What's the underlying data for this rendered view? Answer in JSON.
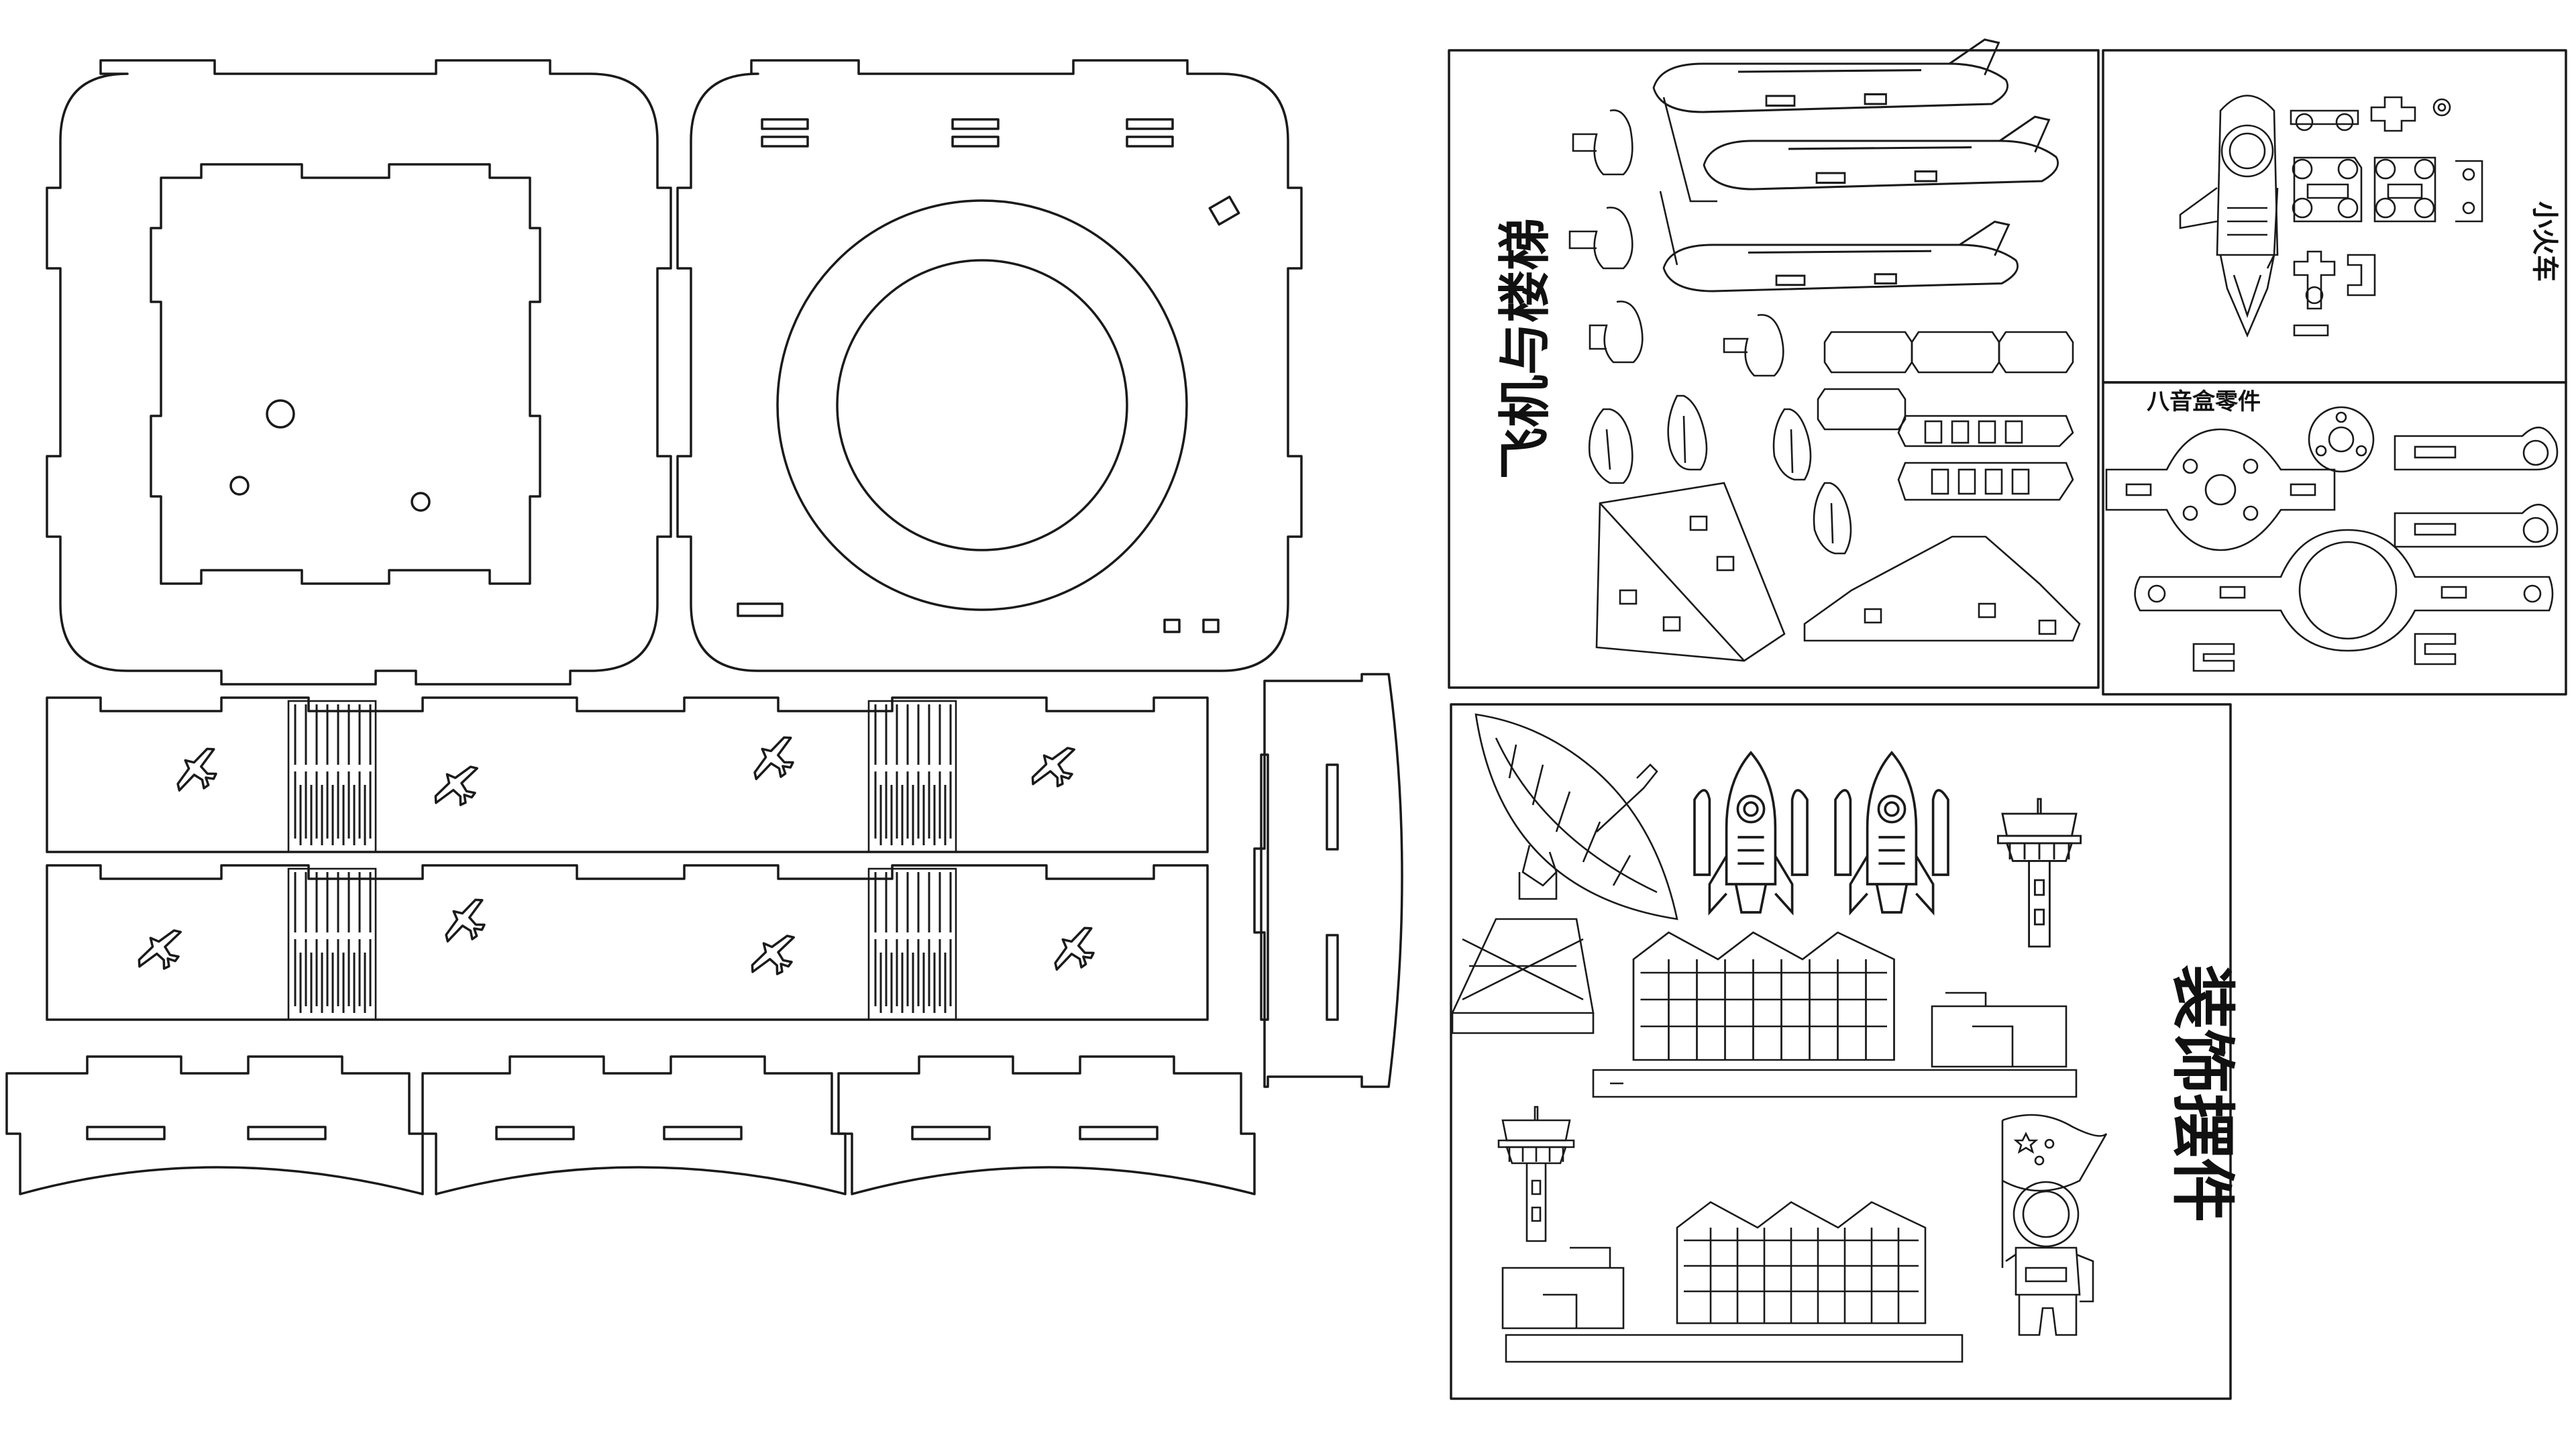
{
  "sheet": {
    "title": "laser-cut plywood model sheet"
  },
  "labels": {
    "aircraft_stairs": "飞机与楼梯",
    "small_train": "小火车",
    "music_box_parts": "八音盒零件",
    "decor_pieces": "装饰摆件"
  },
  "panels": {
    "aircraft_stairs": {
      "parts": [
        "airplane",
        "airplane",
        "airplane",
        "boarding-stairs",
        "boarding-stairs",
        "wing-clips",
        "window-strips"
      ]
    },
    "small_train": {
      "parts": [
        "rocket",
        "train-car",
        "train-wheels",
        "couplers"
      ]
    },
    "music_box_parts": {
      "parts": [
        "crank-arm",
        "crank-arm",
        "gear-plate",
        "ring-plate",
        "hooks"
      ]
    },
    "decor_pieces": {
      "parts": [
        "satellite-dish",
        "rocket",
        "rocket",
        "control-tower",
        "terminal-building",
        "control-tower",
        "terminal-building",
        "astronaut-with-flag"
      ]
    }
  },
  "colors": {
    "stroke": "#1a1a1a",
    "background": "#ffffff"
  }
}
